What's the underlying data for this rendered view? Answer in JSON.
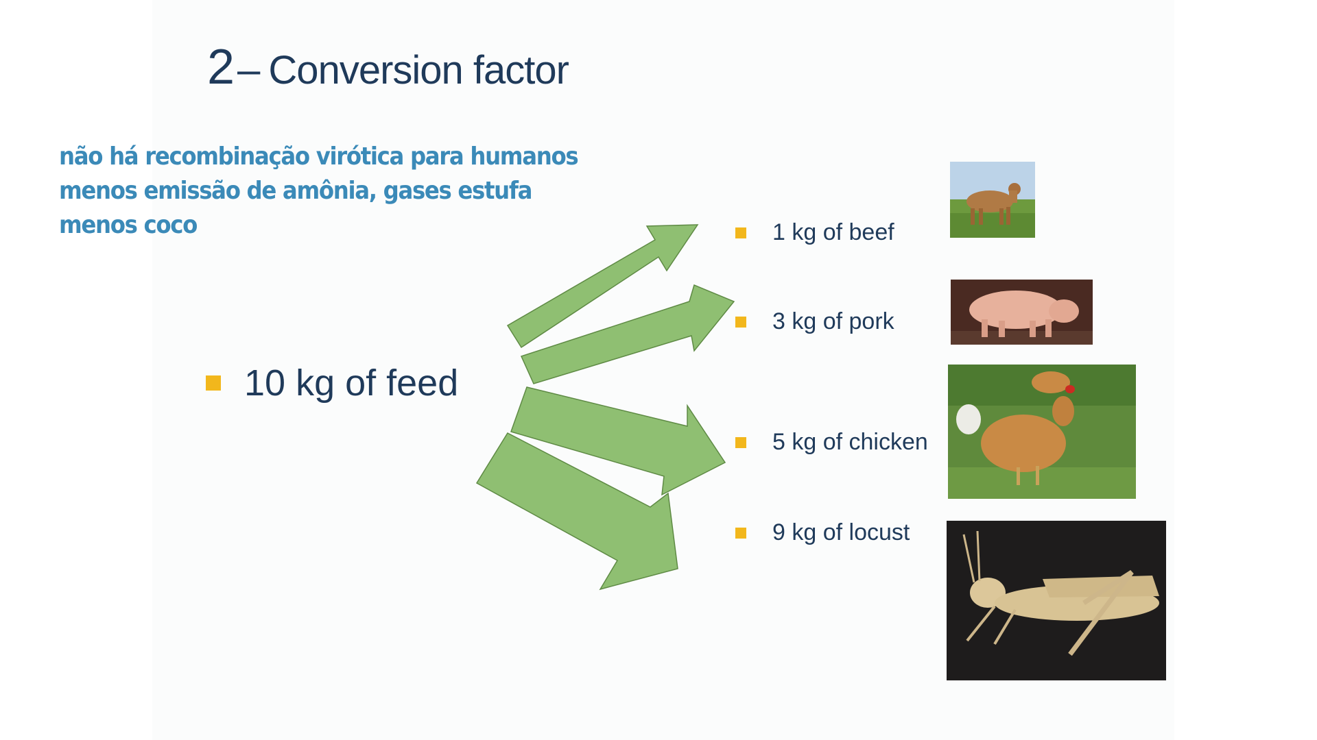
{
  "slide": {
    "title_number": "2",
    "title_dash": "–",
    "title_text": "Conversion factor"
  },
  "overlay_notes": [
    "não há recombinação virótica para humanos",
    "menos emissão de amônia, gases estufa",
    "menos coco"
  ],
  "input": {
    "label": "10 kg of feed"
  },
  "outputs": [
    {
      "label": "1 kg of beef",
      "photo": "cow-photo"
    },
    {
      "label": "3 kg of pork",
      "photo": "pig-photo"
    },
    {
      "label": "5 kg of chicken",
      "photo": "chicken-photo"
    },
    {
      "label": "9 kg of locust",
      "photo": "locust-photo"
    }
  ],
  "colors": {
    "title": "#1f3a5a",
    "overlay_text": "#3b8ab8",
    "bullet": "#f2b71c",
    "arrow_fill": "#8fbf72",
    "arrow_stroke": "#5e8a44"
  }
}
